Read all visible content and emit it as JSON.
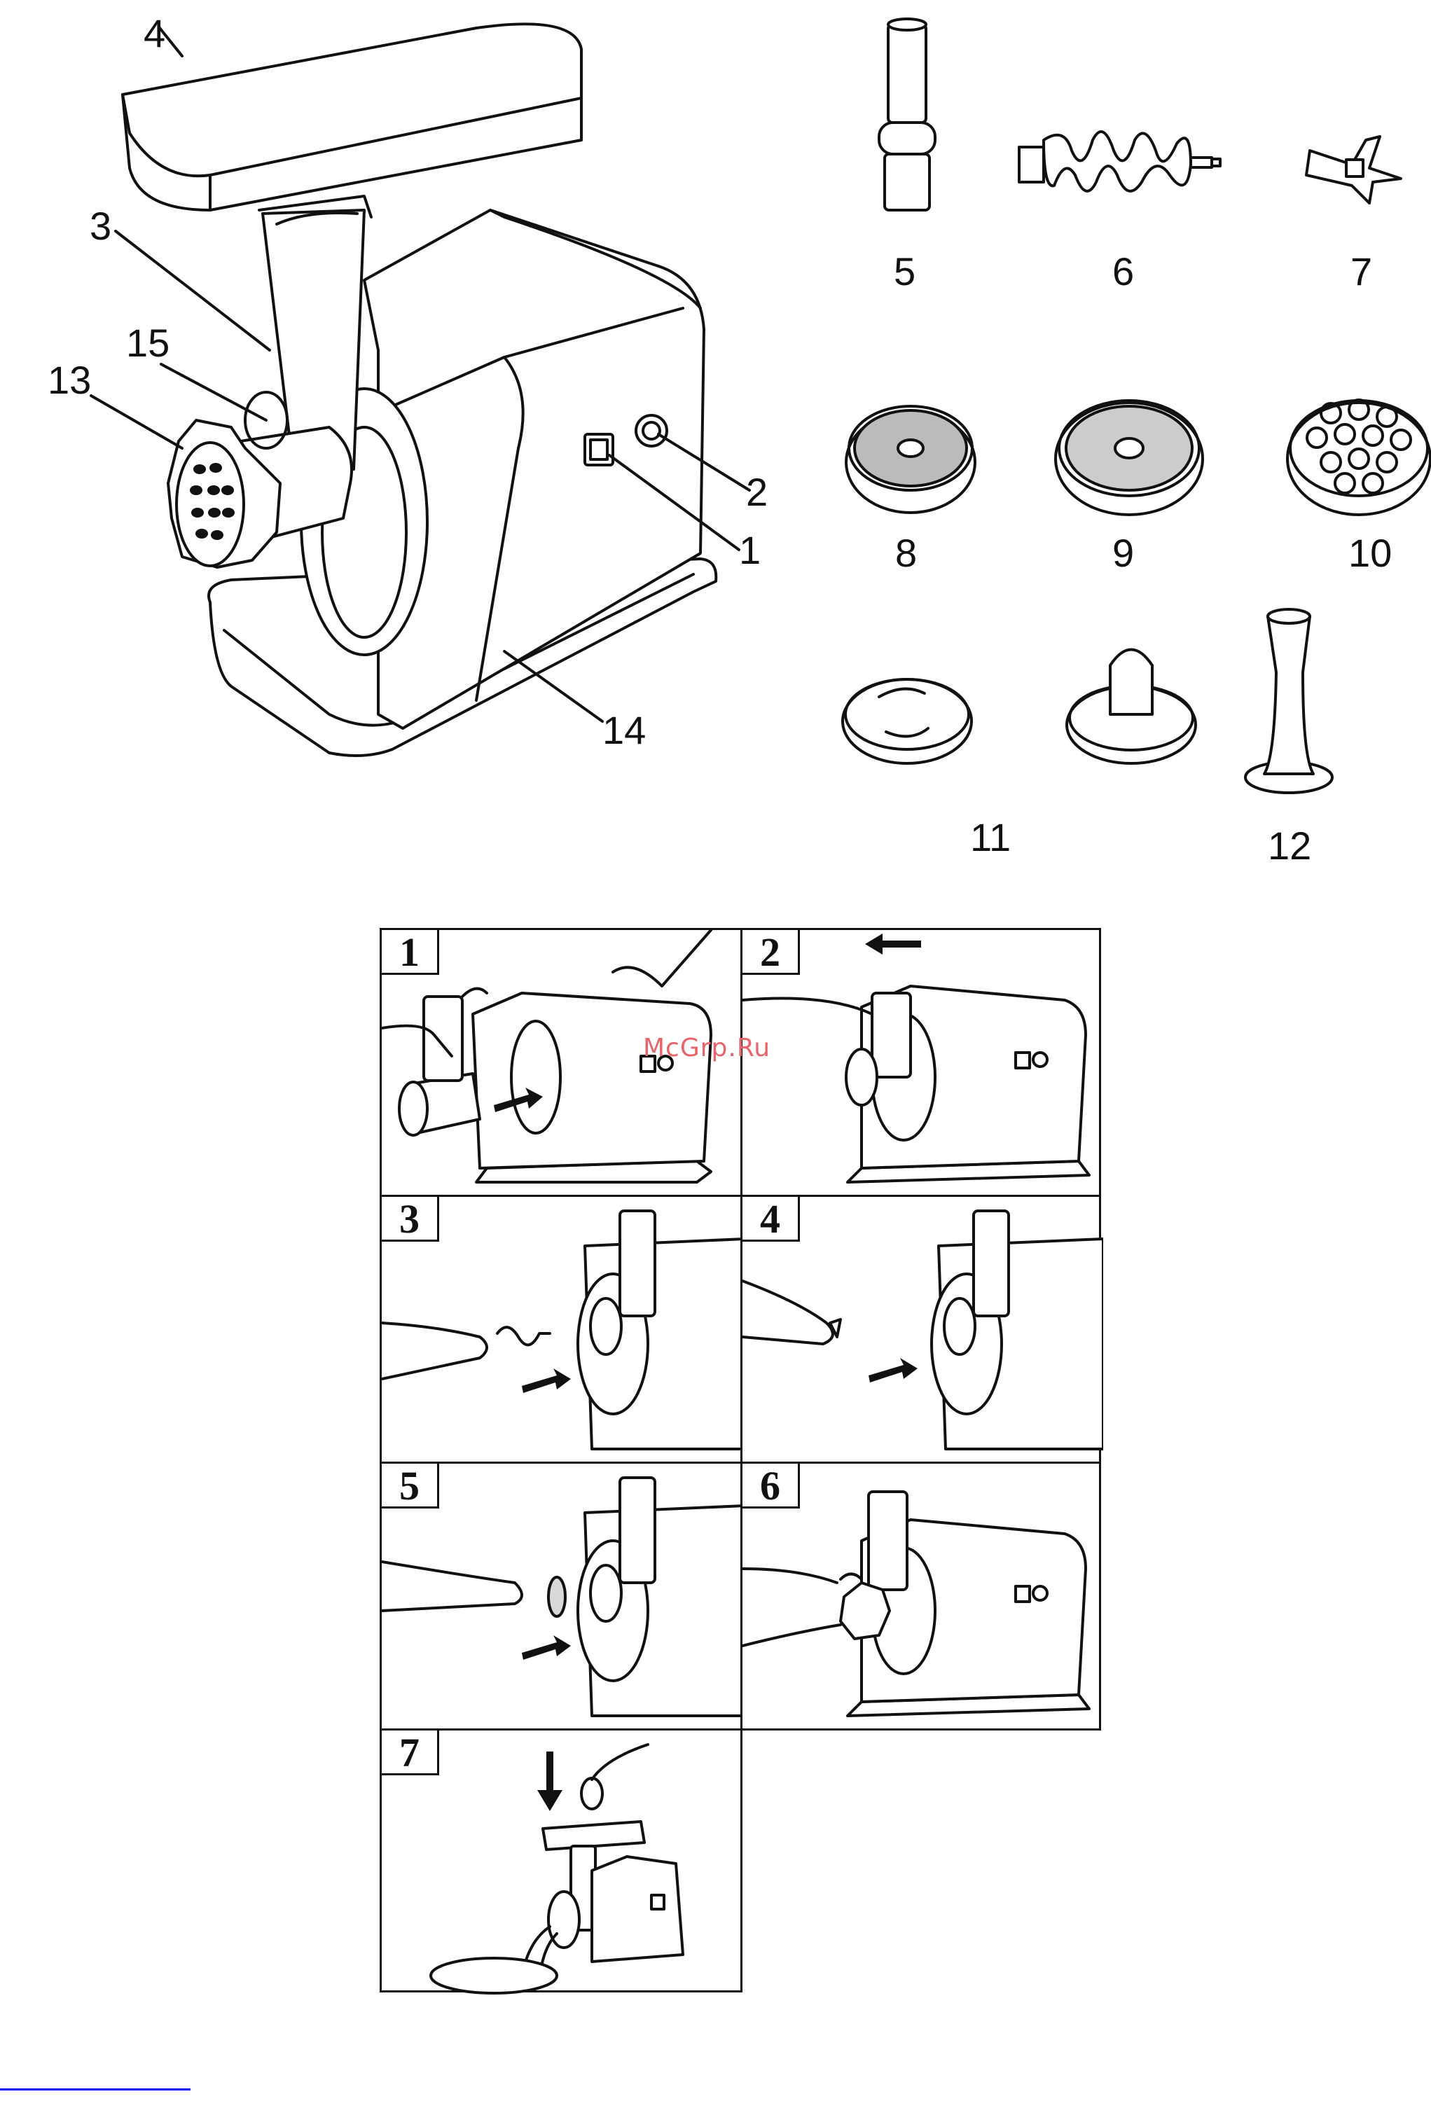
{
  "main_labels": [
    "4",
    "3",
    "15",
    "13",
    "2",
    "1",
    "14"
  ],
  "part_labels": [
    "5",
    "6",
    "7",
    "8",
    "9",
    "10",
    "11",
    "12"
  ],
  "steps": [
    "1",
    "2",
    "3",
    "4",
    "5",
    "6",
    "7"
  ],
  "watermark": "McGrp.Ru"
}
